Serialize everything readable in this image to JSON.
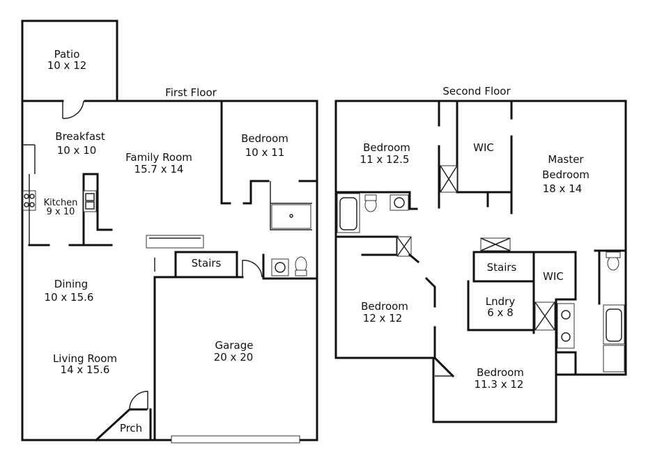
{
  "first_floor": {
    "title": "First Floor",
    "rooms": {
      "patio": {
        "name": "Patio",
        "dims": "10 x 12"
      },
      "breakfast": {
        "name": "Breakfast",
        "dims": "10 x 10"
      },
      "family_room": {
        "name": "Family Room",
        "dims": "15.7 x 14"
      },
      "bedroom": {
        "name": "Bedroom",
        "dims": "10 x 11"
      },
      "kitchen": {
        "name": "Kitchen",
        "dims": "9 x 10"
      },
      "stairs": {
        "name": "Stairs"
      },
      "dining": {
        "name": "Dining",
        "dims": "10 x 15.6"
      },
      "living_room": {
        "name": "Living Room",
        "dims": "14 x 15.6"
      },
      "garage": {
        "name": "Garage",
        "dims": "20 x 20"
      },
      "porch": {
        "name": "Prch"
      }
    }
  },
  "second_floor": {
    "title": "Second Floor",
    "rooms": {
      "bedroom_a": {
        "name": "Bedroom",
        "dims": "11 x 12.5"
      },
      "wic_a": {
        "name": "WIC"
      },
      "master": {
        "name_line1": "Master",
        "name_line2": "Bedroom",
        "dims": "18 x 14"
      },
      "stairs": {
        "name": "Stairs"
      },
      "wic_b": {
        "name": "WIC"
      },
      "laundry": {
        "name": "Lndry",
        "dims": "6 x 8"
      },
      "bedroom_b": {
        "name": "Bedroom",
        "dims": "12 x 12"
      },
      "bedroom_c": {
        "name": "Bedroom",
        "dims": "11.3 x 12"
      }
    }
  }
}
